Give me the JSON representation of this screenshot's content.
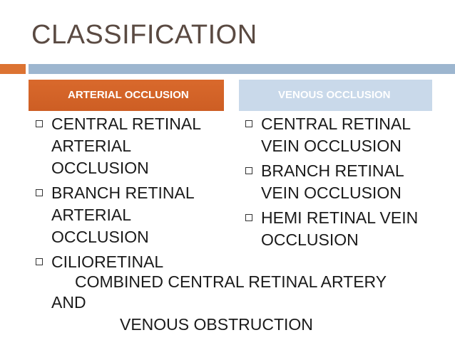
{
  "slide": {
    "title": "CLASSIFICATION"
  },
  "columns": {
    "arterial": {
      "header": "ARTERIAL OCCLUSION",
      "items": [
        "CENTRAL RETINAL ARTERIAL OCCLUSION",
        "BRANCH RETINAL ARTERIAL OCCLUSION",
        "CILIORETINAL"
      ]
    },
    "venous": {
      "header": "VENOUS OCCLUSION",
      "items": [
        "CENTRAL RETINAL VEIN OCCLUSION",
        "BRANCH RETINAL VEIN OCCLUSION",
        "HEMI RETINAL VEIN OCCLUSION"
      ]
    }
  },
  "combined": {
    "line1": "COMBINED CENTRAL RETINAL ARTERY",
    "line2": "AND",
    "line3": "VENOUS OBSTRUCTION"
  },
  "colors": {
    "accent_orange": "#dc7332",
    "accent_blue": "#9db6cf",
    "header_venous": "#c9d9ea",
    "title_text": "#5a4a42"
  }
}
